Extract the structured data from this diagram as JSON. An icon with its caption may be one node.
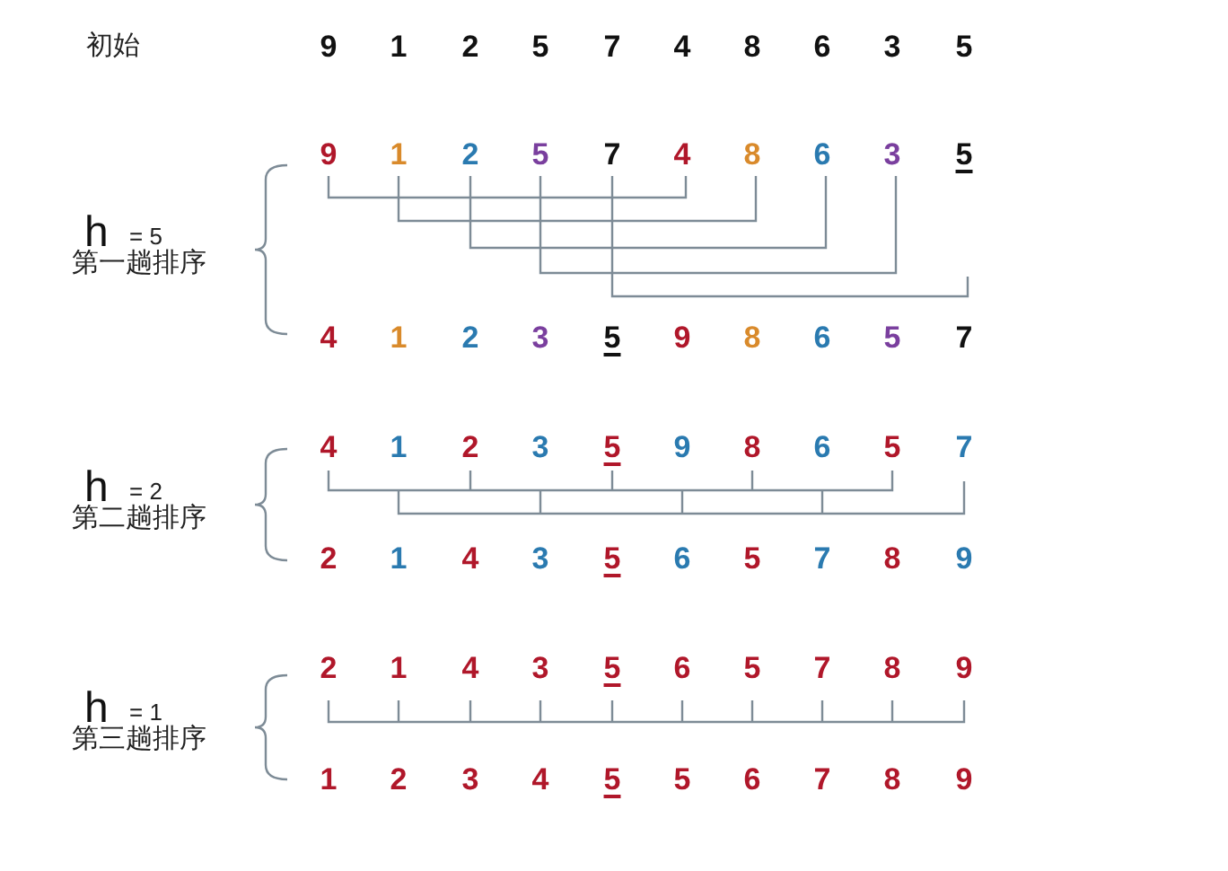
{
  "diagram": {
    "labels": [
      "初始",
      "9",
      "1",
      "2",
      "5",
      "7",
      "4",
      "8",
      "6",
      "3",
      "5",
      "9",
      "1",
      "2",
      "5",
      "7",
      "4",
      "8",
      "6",
      "3",
      "5",
      "h",
      "= 5",
      "第一趟排序",
      "4",
      "1",
      "2",
      "3",
      "5",
      "9",
      "8",
      "6",
      "5",
      "7",
      "4",
      "1",
      "2",
      "3",
      "5",
      "9",
      "8",
      "6",
      "5",
      "7",
      "h",
      "= 2",
      "第二趟排序",
      "2",
      "1",
      "4",
      "3",
      "5",
      "6",
      "5",
      "7",
      "8",
      "9",
      "2",
      "1",
      "4",
      "3",
      "5",
      "6",
      "5",
      "7",
      "8",
      "9",
      "h",
      "= 1",
      "第三趟排序",
      "1",
      "2",
      "3",
      "4",
      "5",
      "5",
      "6",
      "7",
      "8",
      "9"
    ]
  }
}
